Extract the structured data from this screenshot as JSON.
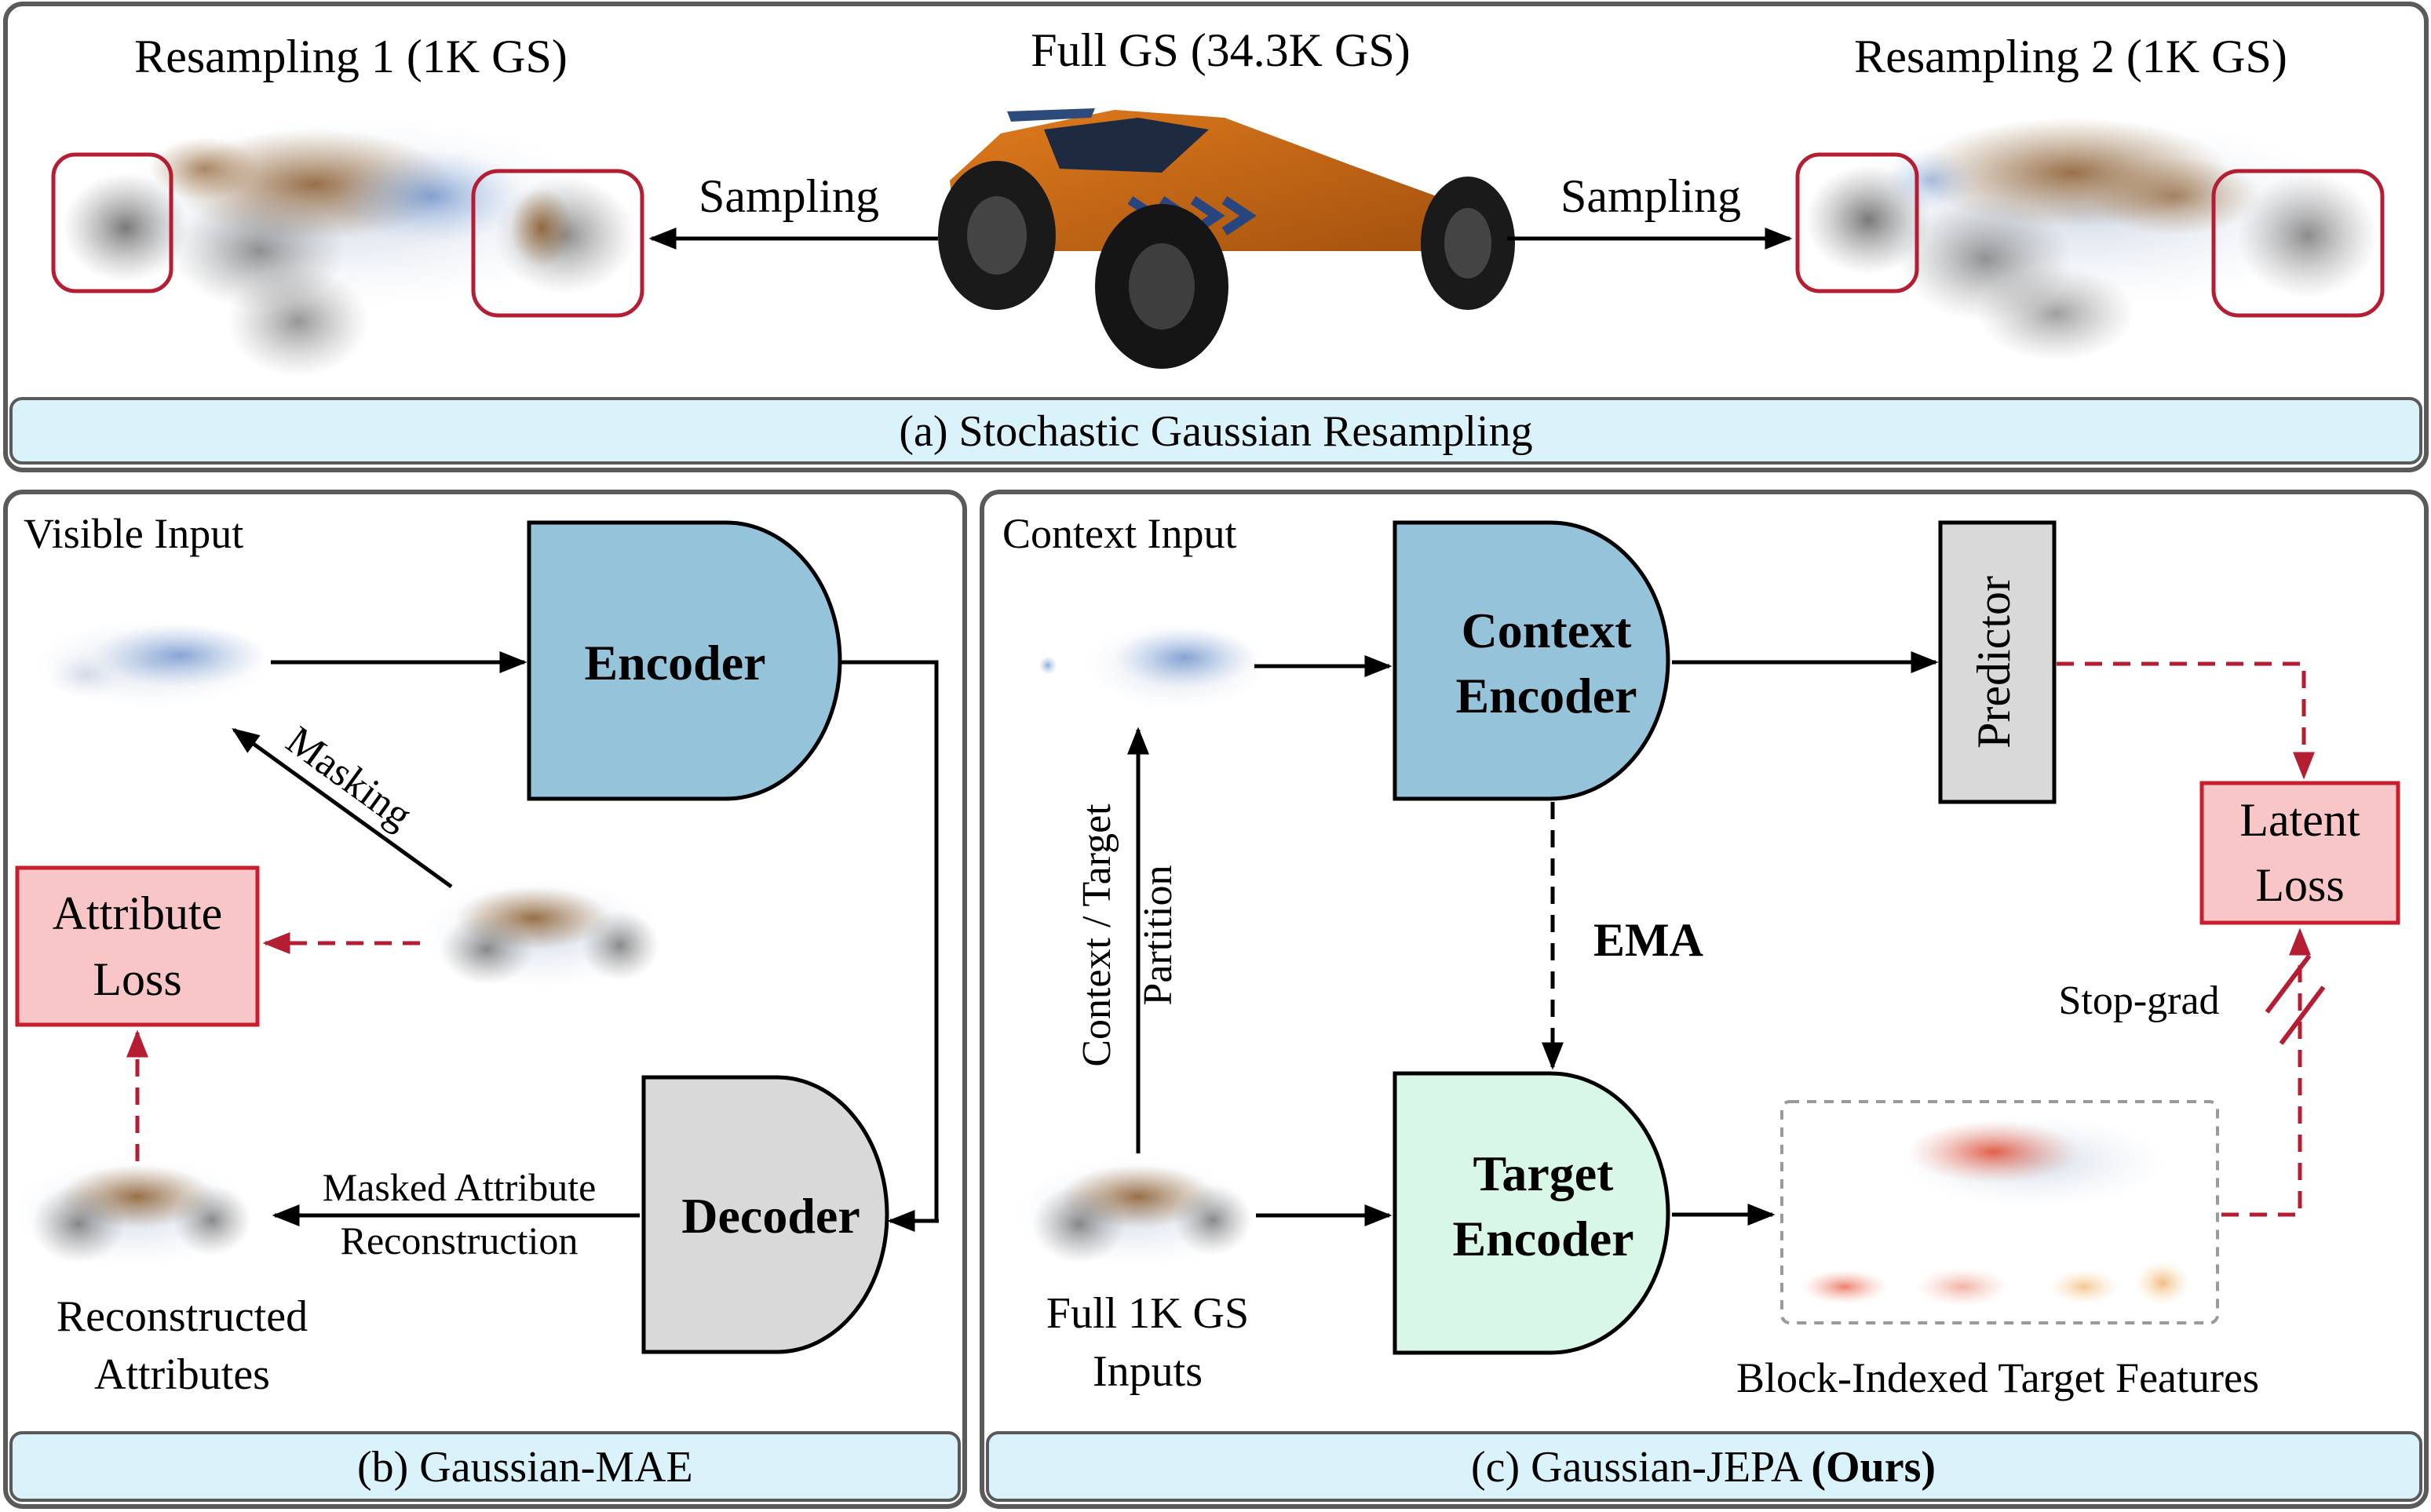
{
  "panel_a": {
    "resampling_1_label": "Resampling 1 (1K GS)",
    "full_gs_label": "Full GS (34.3K GS)",
    "resampling_2_label": "Resampling 2 (1K GS)",
    "sampling_left_label": "Sampling",
    "sampling_right_label": "Sampling",
    "caption": "(a) Stochastic Gaussian Resampling"
  },
  "panel_b": {
    "visible_input_label": "Visible Input",
    "encoder_label": "Encoder",
    "decoder_label": "Decoder",
    "masking_label": "Masking",
    "attribute_loss_line1": "Attribute",
    "attribute_loss_line2": "Loss",
    "masked_attr_line1": "Masked Attribute",
    "masked_attr_line2": "Reconstruction",
    "reconstructed_line1": "Reconstructed",
    "reconstructed_line2": "Attributes",
    "caption": "(b) Gaussian-MAE"
  },
  "panel_c": {
    "context_input_label": "Context Input",
    "context_encoder_line1": "Context",
    "context_encoder_line2": "Encoder",
    "predictor_label": "Predictor",
    "latent_loss_line1": "Latent",
    "latent_loss_line2": "Loss",
    "ema_label": "EMA",
    "stop_grad_label": "Stop-grad",
    "partition_line1": "Context / Target",
    "partition_line2": "Partition",
    "target_encoder_line1": "Target",
    "target_encoder_line2": "Encoder",
    "full_inputs_line1": "Full 1K GS",
    "full_inputs_line2": "Inputs",
    "block_features_label": "Block-Indexed Target Features",
    "caption_main": "(c) Gaussian-JEPA ",
    "caption_bold": "(Ours)"
  },
  "colors": {
    "encoder_fill": "#95c3d9",
    "decoder_fill": "#d9d9d9",
    "target_encoder_fill": "#d9f7e6",
    "loss_fill": "#f8c6c6",
    "loss_stroke": "#c81e2e",
    "caption_fill": "#daf2fa",
    "panel_stroke": "#5a5a5a",
    "red_crop_stroke": "#b51d33",
    "dashed_red": "#b51d33"
  }
}
